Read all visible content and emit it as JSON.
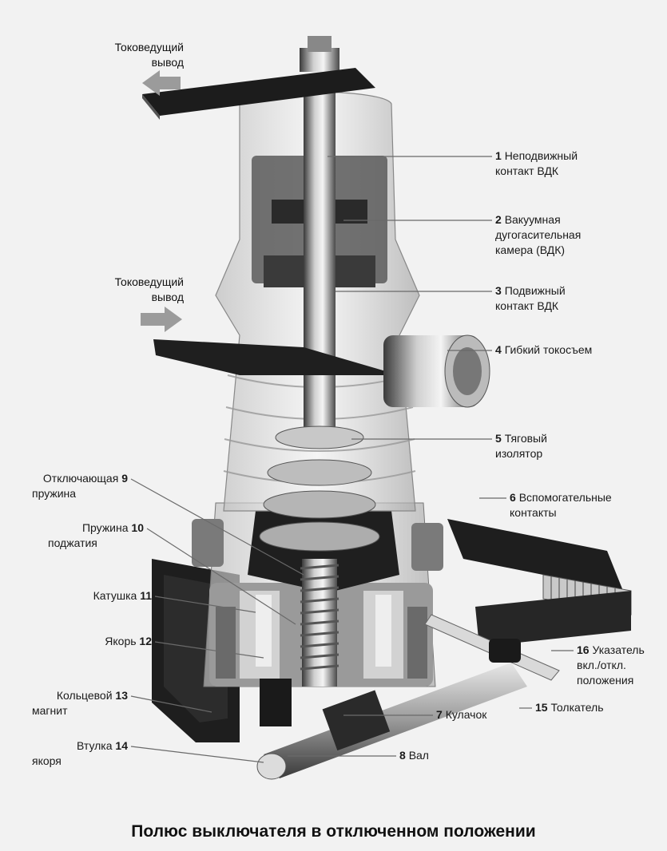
{
  "title": "Полюс выключателя в отключенном положении",
  "terminals": {
    "top": "Токоведущий\nвывод",
    "middle": "Токоведущий\nвывод"
  },
  "labels_right": [
    {
      "num": "1",
      "text": "Неподвижный\nконтакт ВДК"
    },
    {
      "num": "2",
      "text": "Вакуумная\nдугогасительная\nкамера (ВДК)"
    },
    {
      "num": "3",
      "text": "Подвижный\nконтакт ВДК"
    },
    {
      "num": "4",
      "text": "Гибкий токосъем"
    },
    {
      "num": "5",
      "text": "Тяговый\nизолятор"
    },
    {
      "num": "6",
      "text": "Вспомогательные\nконтакты"
    },
    {
      "num": "16",
      "text": "Указатель\nвкл./откл.\nположения"
    },
    {
      "num": "15",
      "text": "Толкатель"
    },
    {
      "num": "7",
      "text": "Кулачок"
    },
    {
      "num": "8",
      "text": "Вал"
    }
  ],
  "labels_left": [
    {
      "num": "9",
      "text": "Отключающая\nпружина"
    },
    {
      "num": "10",
      "text": "Пружина\nподжатия"
    },
    {
      "num": "11",
      "text": "Катушка"
    },
    {
      "num": "12",
      "text": "Якорь"
    },
    {
      "num": "13",
      "text": "Кольцевой\nмагнит"
    },
    {
      "num": "14",
      "text": "Втулка\nякоря"
    }
  ],
  "colors": {
    "background": "#f2f2f2",
    "metal_dark": "#2a2a2a",
    "metal_mid": "#8a8a8a",
    "glass": "#d8d8d8",
    "leader": "#6a6a6a"
  }
}
